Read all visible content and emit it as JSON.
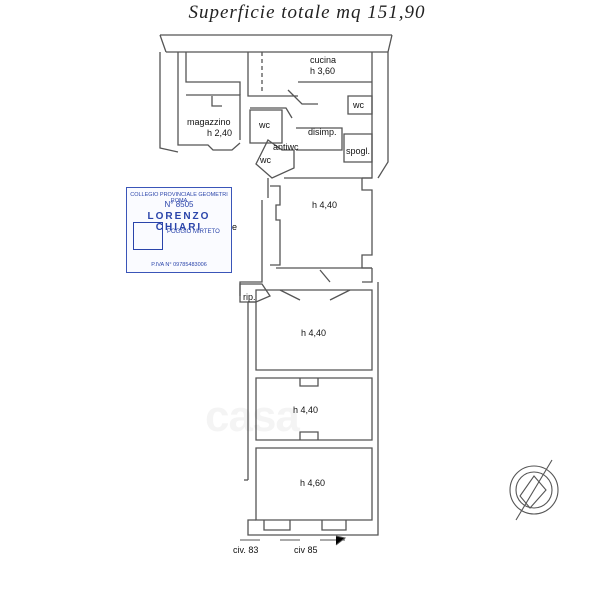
{
  "title": "Superficie totale mq 151,90",
  "rooms": {
    "cucina": "cucina",
    "cucina_h": "h 3,60",
    "magazzino": "magazzino",
    "magazzino_h": "h 2,40",
    "wc_a": "wc",
    "wc_b": "wc",
    "wc_c": "wc",
    "antiwc": "antiwc",
    "disimp": "disimp.",
    "spogl": "spogl.",
    "room1_h": "h 4,40",
    "rip": "rip.",
    "room2_h": "h 4,40",
    "room3_h": "h 4,40",
    "room4_h": "h 4,60",
    "partial_letter": "e"
  },
  "street": {
    "civ83": "civ. 83",
    "civ85": "civ 85"
  },
  "stamp": {
    "line1": "COLLEGIO PROVINCIALE GEOMETRI ROMA",
    "line2": "N° 8505",
    "line3": "LORENZO CHIARI",
    "line4": "POGGIO MIRTETO",
    "line5": "P.IVA N° 09785483006"
  },
  "watermark": "casa",
  "colors": {
    "walls": "#555555",
    "stamp": "#2a44aa"
  }
}
